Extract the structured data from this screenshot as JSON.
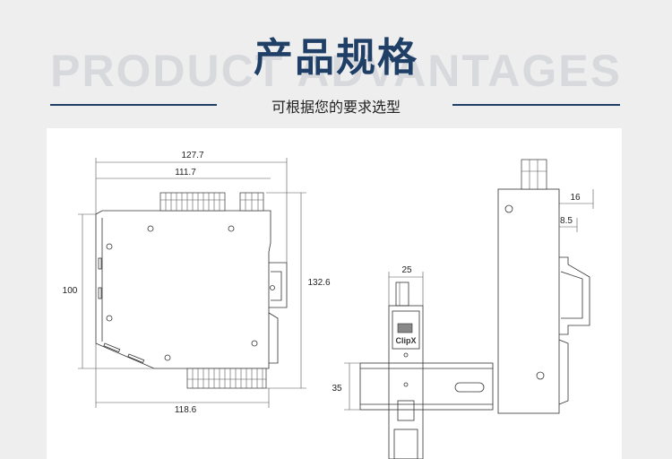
{
  "header": {
    "watermark": "PRODUCT ADVANTAGES",
    "title": "产品规格",
    "subtitle": "可根据您的要求选型"
  },
  "dimensions": {
    "width_overall": "127.7",
    "width_body": "111.7",
    "height_body": "100",
    "height_overall": "132.6",
    "width_bottom": "118.6",
    "front_width": "25",
    "rail_height": "35",
    "side_depth": "16",
    "side_offset": "8.5"
  },
  "front_view": {
    "brand": "ClipX"
  },
  "colors": {
    "title": "#1f3f67",
    "rule": "#1f3f67",
    "watermark": "#d7d9dd",
    "panel": "#ffffff",
    "background": "#eeeeef"
  }
}
